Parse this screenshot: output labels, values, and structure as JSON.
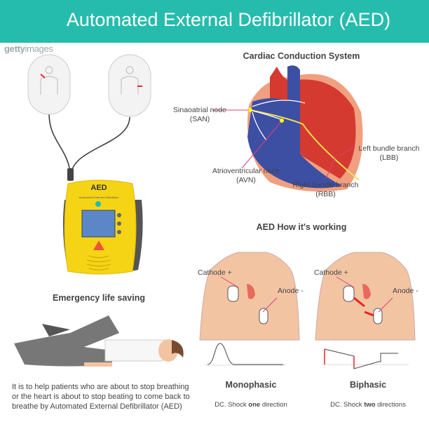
{
  "header": {
    "title": "Automated External Defibrillator (AED)",
    "watermark": "gettyimages",
    "brand_color": "#26bcad"
  },
  "device": {
    "label": "AED",
    "sublabel": "Automated External Defibrillator"
  },
  "heart": {
    "title": "Cardiac Conduction System",
    "labels": [
      {
        "name": "Sinaoatrial node",
        "abbr": "(SAN)"
      },
      {
        "name": "Atrioventricular node",
        "abbr": "(AVN)"
      },
      {
        "name": "Right bundle branch",
        "abbr": "(RBB)"
      },
      {
        "name": "Left bundle branch",
        "abbr": "(LBB)"
      }
    ]
  },
  "working": {
    "title": "AED How it's working",
    "cathode": "Cathode +",
    "anode": "Anode -",
    "mono": {
      "title": "Monophasic",
      "caption_pre": "DC. Shock ",
      "caption_bold": "one",
      "caption_post": " direction"
    },
    "bi": {
      "title": "Biphasic",
      "caption_pre": "DC. Shock ",
      "caption_bold": "two",
      "caption_post": " directions"
    }
  },
  "emergency": {
    "title": "Emergency life saving",
    "lines": [
      "It is to help patients who are about to stop breathing",
      "or the heart is about to stop beating to come back to",
      "breathe by Automated External Defibrillator (AED)"
    ]
  }
}
